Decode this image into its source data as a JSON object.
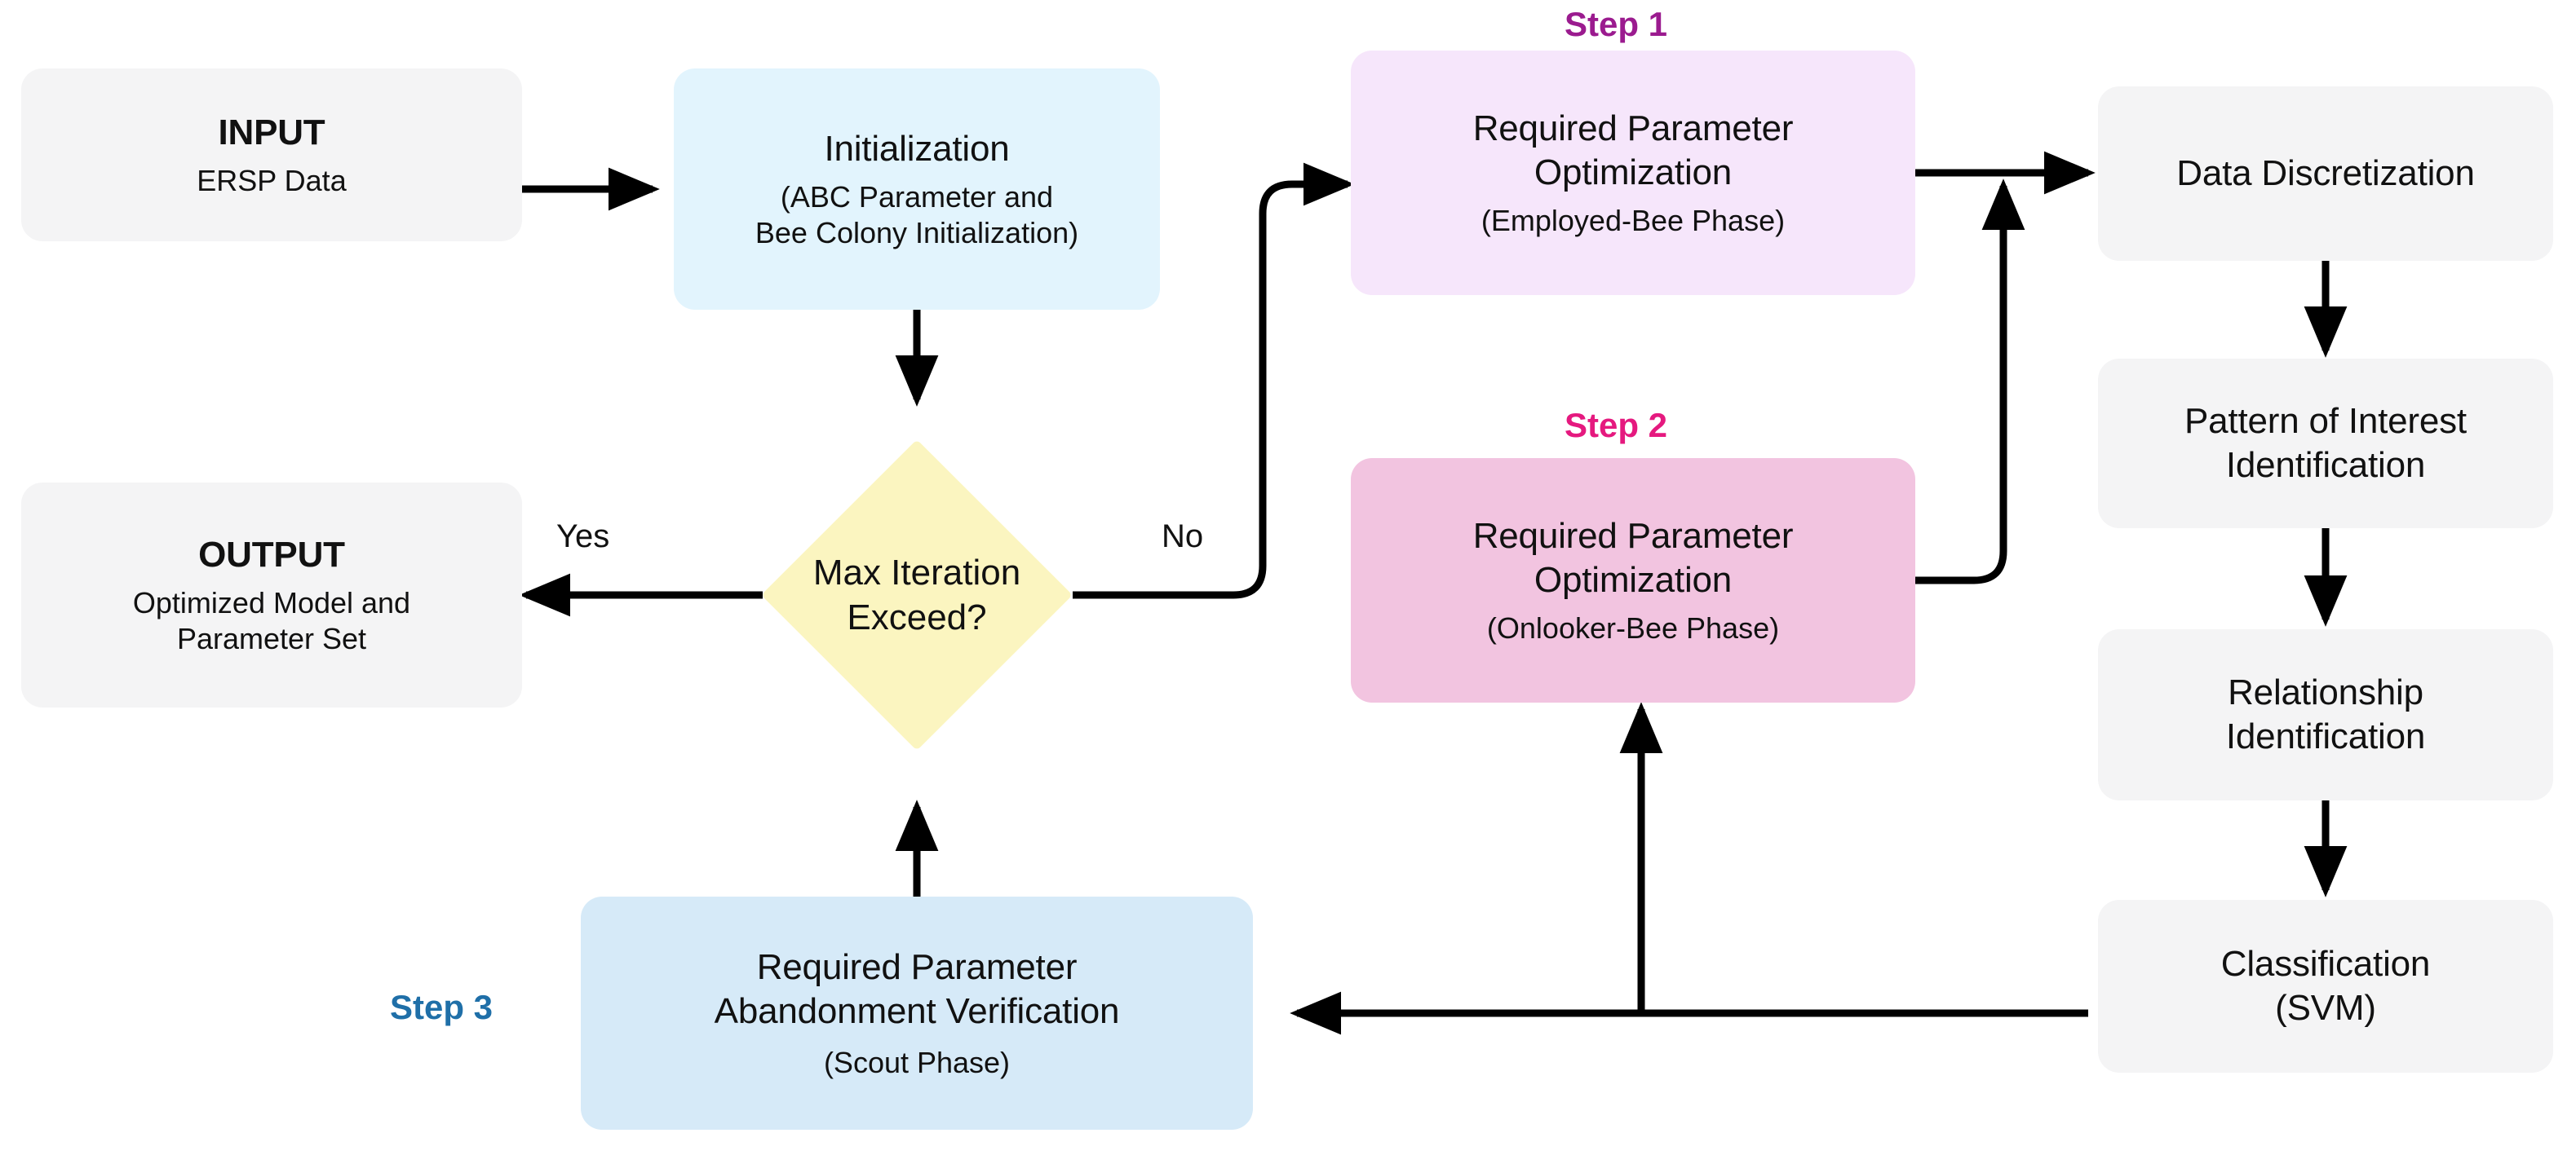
{
  "diagram": {
    "type": "flowchart",
    "title": "ABC-optimized ERSP data mining and classification workflow",
    "background": "#ffffff",
    "colors": {
      "gray_box": "#f4f4f5",
      "cyan_box": "#e2f4fd",
      "blue_box": "#d6eaf8",
      "lavender_box": "#f6e6fb",
      "pink_box": "#f2c4e0",
      "diamond_yellow": "#fbf5c0",
      "step1_label": "#9b1b8f",
      "step2_label": "#e5197f",
      "step3_label": "#1f6fa8",
      "arrow": "#000000",
      "text": "#111111"
    }
  },
  "nodes": {
    "input": {
      "title": "INPUT",
      "subtitle": "ERSP Data",
      "shape": "rounded-rect",
      "fill": "gray"
    },
    "initialization": {
      "title": "Initialization",
      "subtitle": "(ABC Parameter and\nBee Colony Initialization)",
      "shape": "rounded-rect",
      "fill": "cyan"
    },
    "step1_box": {
      "title": "Required Parameter\nOptimization",
      "subtitle": "(Employed-Bee Phase)",
      "shape": "rounded-rect",
      "fill": "lavender"
    },
    "step2_box": {
      "title": "Required Parameter\nOptimization",
      "subtitle": "(Onlooker-Bee Phase)",
      "shape": "rounded-rect",
      "fill": "pink"
    },
    "step3_box": {
      "title": "Required Parameter\nAbandonment Verification",
      "subtitle": "(Scout Phase)",
      "shape": "rounded-rect",
      "fill": "blue"
    },
    "decision": {
      "title": "Max Iteration\nExceed?",
      "shape": "diamond",
      "fill": "diamond_yellow"
    },
    "output": {
      "title": "OUTPUT",
      "subtitle": "Optimized Model and\nParameter Set",
      "shape": "rounded-rect",
      "fill": "gray"
    },
    "data_discretization": {
      "title": "Data Discretization",
      "shape": "rounded-rect",
      "fill": "gray"
    },
    "pattern_of_interest": {
      "title": "Pattern of Interest\nIdentification",
      "shape": "rounded-rect",
      "fill": "gray"
    },
    "relationship_identification": {
      "title": "Relationship\nIdentification",
      "shape": "rounded-rect",
      "fill": "gray"
    },
    "classification": {
      "title": "Classification\n(SVM)",
      "shape": "rounded-rect",
      "fill": "gray"
    }
  },
  "step_labels": {
    "step1": "Step 1",
    "step2": "Step 2",
    "step3": "Step 3"
  },
  "edge_labels": {
    "yes": "Yes",
    "no": "No"
  },
  "edges": [
    {
      "from": "input",
      "to": "initialization",
      "label": ""
    },
    {
      "from": "initialization",
      "to": "decision",
      "label": ""
    },
    {
      "from": "decision",
      "to": "output",
      "label": "Yes"
    },
    {
      "from": "decision",
      "to": "step1_box",
      "label": "No"
    },
    {
      "from": "step1_box",
      "to": "data_discretization",
      "label": ""
    },
    {
      "from": "step2_box",
      "to": "data_discretization",
      "label": ""
    },
    {
      "from": "data_discretization",
      "to": "pattern_of_interest",
      "label": ""
    },
    {
      "from": "pattern_of_interest",
      "to": "relationship_identification",
      "label": ""
    },
    {
      "from": "relationship_identification",
      "to": "classification",
      "label": ""
    },
    {
      "from": "classification",
      "to": "step3_box",
      "label": ""
    },
    {
      "from": "classification",
      "to": "step2_box",
      "label": ""
    },
    {
      "from": "step3_box",
      "to": "decision",
      "label": ""
    }
  ]
}
